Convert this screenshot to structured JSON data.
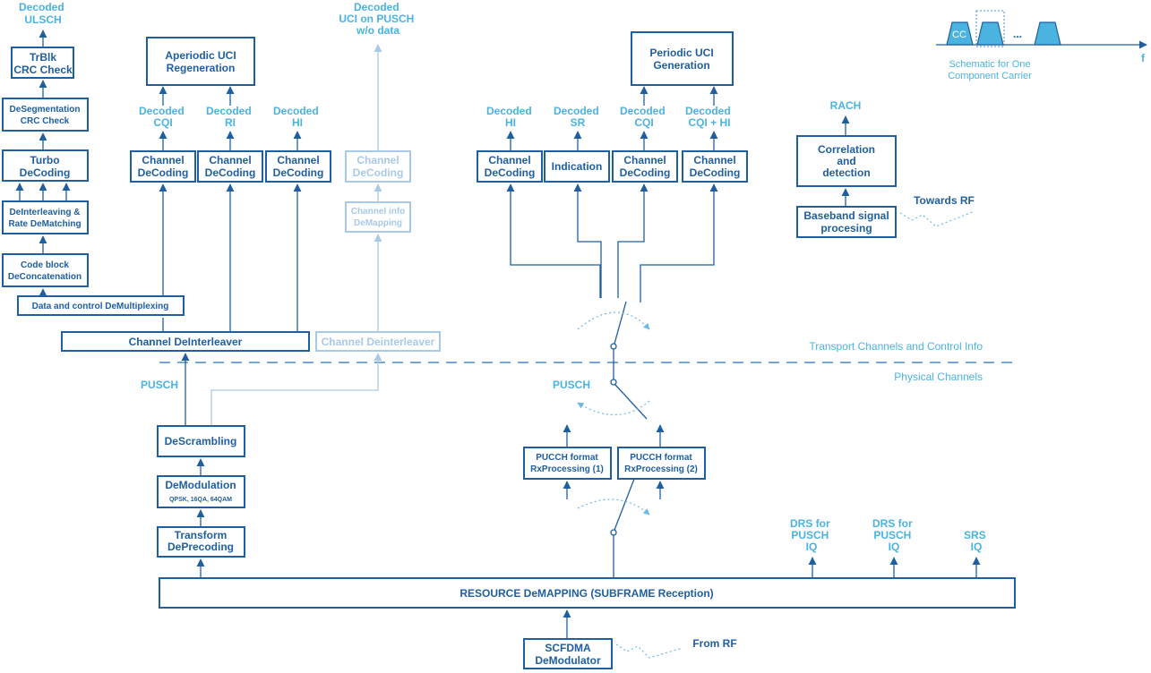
{
  "boxes": {
    "trblk_crc": [
      "TrBlk",
      "CRC Check"
    ],
    "desegmentation": [
      "DeSegmentation",
      "CRC Check"
    ],
    "turbo": [
      "Turbo",
      "DeCoding"
    ],
    "deinterleaving_rate": [
      "DeInterleaving &",
      "Rate DeMatching"
    ],
    "code_block": [
      "Code block",
      "DeConcatenation"
    ],
    "data_control_demux": "Data and control DeMultiplexing",
    "channel_deinterleaver": "Channel DeInterleaver",
    "channel_deinterleaver_faded": "Channel Deinterleaver",
    "aperiodic_uci": [
      "Aperiodic UCI",
      "Regeneration"
    ],
    "ch_dec_cqi": [
      "Channel",
      "DeCoding"
    ],
    "ch_dec_ri": [
      "Channel",
      "DeCoding"
    ],
    "ch_dec_hi": [
      "Channel",
      "DeCoding"
    ],
    "ch_dec_faded": [
      "Channel",
      "DeCoding"
    ],
    "ch_info_demapping": [
      "Channel info",
      "DeMapping"
    ],
    "descrambling": "DeScrambling",
    "demodulation": "DeModulation",
    "demodulation_sub": "QPSK, 16QA, 64QAM",
    "transform_deprecoding": [
      "Transform",
      "DePrecoding"
    ],
    "resource_demapping": "RESOURCE DeMAPPING (SUBFRAME Reception)",
    "scfdma": [
      "SCFDMA",
      "DeModulator"
    ],
    "pucch1": [
      "PUCCH format",
      "RxProcessing (1)"
    ],
    "pucch2": [
      "PUCCH format",
      "RxProcessing (2)"
    ],
    "periodic_uci": [
      "Periodic UCI",
      "Generation"
    ],
    "pucch_ch_dec_hi": [
      "Channel",
      "DeCoding"
    ],
    "indication": "Indication",
    "pucch_ch_dec_cqi": [
      "Channel",
      "DeCoding"
    ],
    "pucch_ch_dec_cqi_hi": [
      "Channel",
      "DeCoding"
    ],
    "correlation": [
      "Correlation",
      "and",
      "detection"
    ],
    "baseband": [
      "Baseband signal",
      "procesing"
    ]
  },
  "outputs": {
    "decoded_ulsch": [
      "Decoded",
      "ULSCH"
    ],
    "decoded_uci_pusch": [
      "Decoded",
      "UCI on PUSCH",
      "w/o data"
    ],
    "decoded_cqi": [
      "Decoded",
      "CQI"
    ],
    "decoded_ri": [
      "Decoded",
      "RI"
    ],
    "decoded_hi": [
      "Decoded",
      "HI"
    ],
    "pucch_decoded_hi": [
      "Decoded",
      "HI"
    ],
    "pucch_decoded_sr": [
      "Decoded",
      "SR"
    ],
    "pucch_decoded_cqi": [
      "Decoded",
      "CQI"
    ],
    "pucch_decoded_cqi_hi": [
      "Decoded",
      "CQI + HI"
    ],
    "rach": "RACH",
    "pusch_left": "PUSCH",
    "pusch_right": "PUSCH",
    "drs_pusch_1": [
      "DRS for",
      "PUSCH",
      "IQ"
    ],
    "drs_pusch_2": [
      "DRS for",
      "PUSCH",
      "IQ"
    ],
    "srs": [
      "SRS",
      "IQ"
    ]
  },
  "annotations": {
    "towards_rf": "Towards RF",
    "from_rf": "From RF"
  },
  "layers": {
    "transport": "Transport Channels and Control Info",
    "physical": "Physical Channels"
  },
  "legend": {
    "cc": "CC",
    "ellipsis": "...",
    "caption": [
      "Schematic for One",
      "Component Carrier"
    ],
    "axis": "f"
  },
  "colors": {
    "box_stroke": "#1f5fa0",
    "faded": "#a9c9e6",
    "output_text": "#4ab3e0"
  }
}
